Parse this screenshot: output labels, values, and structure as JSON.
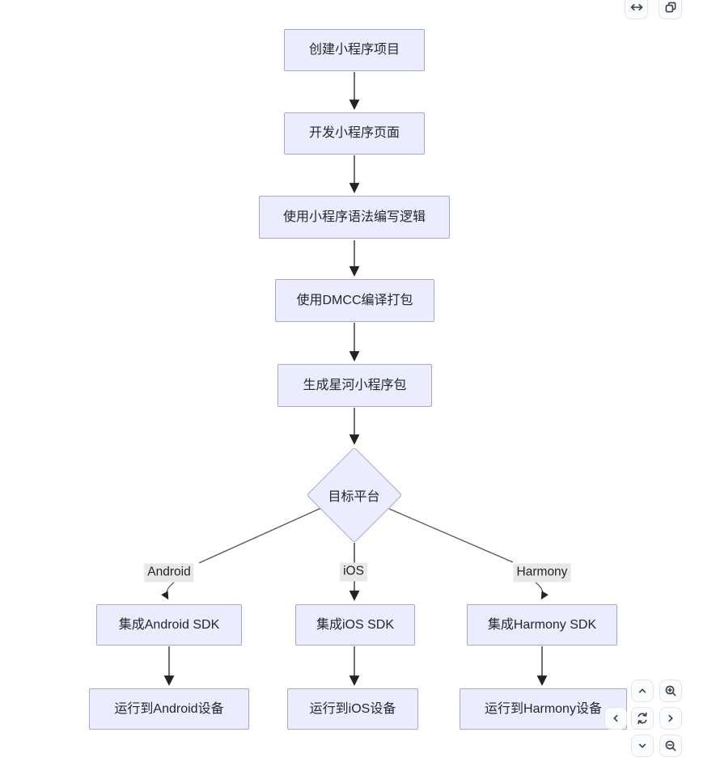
{
  "diagram": {
    "title": "mini-program build and deploy flowchart",
    "nodes": {
      "create": {
        "label": "创建小程序项目",
        "type": "process"
      },
      "develop": {
        "label": "开发小程序页面",
        "type": "process"
      },
      "syntax": {
        "label": "使用小程序语法编写逻辑",
        "type": "process"
      },
      "compile": {
        "label": "使用DMCC编译打包",
        "type": "process"
      },
      "package": {
        "label": "生成星河小程序包",
        "type": "process"
      },
      "decision": {
        "label": "目标平台",
        "type": "decision"
      },
      "android_sdk": {
        "label": "集成Android SDK",
        "type": "process"
      },
      "ios_sdk": {
        "label": "集成iOS SDK",
        "type": "process"
      },
      "harmony_sdk": {
        "label": "集成Harmony SDK",
        "type": "process"
      },
      "android_run": {
        "label": "运行到Android设备",
        "type": "process"
      },
      "ios_run": {
        "label": "运行到iOS设备",
        "type": "process"
      },
      "harmony_run": {
        "label": "运行到Harmony设备",
        "type": "process"
      }
    },
    "edge_labels": {
      "android": "Android",
      "ios": "iOS",
      "harmony": "Harmony"
    },
    "edges": [
      {
        "from": "create",
        "to": "develop"
      },
      {
        "from": "develop",
        "to": "syntax"
      },
      {
        "from": "syntax",
        "to": "compile"
      },
      {
        "from": "compile",
        "to": "package"
      },
      {
        "from": "package",
        "to": "decision"
      },
      {
        "from": "decision",
        "to": "android_sdk",
        "label": "Android"
      },
      {
        "from": "decision",
        "to": "ios_sdk",
        "label": "iOS"
      },
      {
        "from": "decision",
        "to": "harmony_sdk",
        "label": "Harmony"
      },
      {
        "from": "android_sdk",
        "to": "android_run"
      },
      {
        "from": "ios_sdk",
        "to": "ios_run"
      },
      {
        "from": "harmony_sdk",
        "to": "harmony_run"
      }
    ]
  },
  "toolbar": {
    "buttons": [
      {
        "name": "fit-width-icon"
      },
      {
        "name": "copy-icon"
      }
    ]
  },
  "pan_controls": {
    "buttons": [
      {
        "name": "pan-up-icon"
      },
      {
        "name": "zoom-in-icon"
      },
      {
        "name": "pan-left-icon"
      },
      {
        "name": "refresh-icon"
      },
      {
        "name": "pan-right-icon"
      },
      {
        "name": "pan-down-icon"
      },
      {
        "name": "zoom-out-icon"
      }
    ]
  },
  "colors": {
    "node_fill": "#ECECFF",
    "node_border": "#a9a5d6",
    "edge_line": "#555555",
    "arrowhead": "#222222",
    "edge_label_bg": "#e8e8e8",
    "text": "#26262d",
    "button_bg": "#fbfcfd",
    "button_border": "#e3e5e9",
    "background": "#ffffff"
  }
}
